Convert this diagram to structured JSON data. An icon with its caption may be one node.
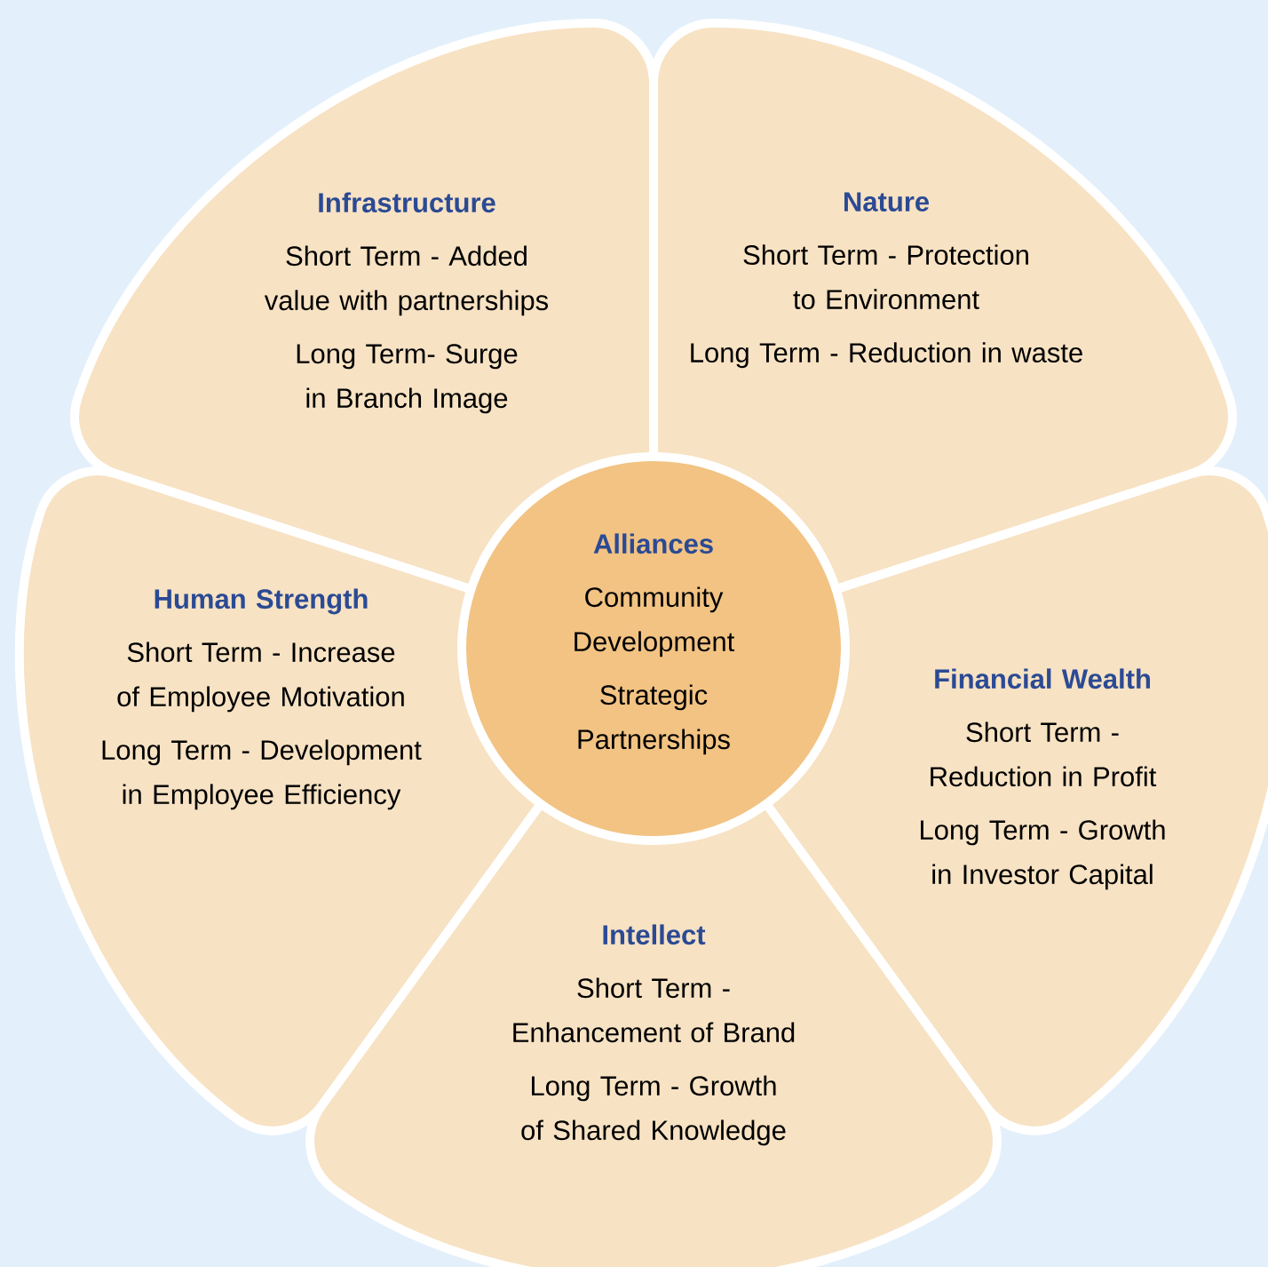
{
  "diagram": {
    "nodes": [
      {
        "text": [
          "Infrastructure",
          "Short Term - Added value with partnerships",
          "Long Term- Surge in Branch Image"
        ]
      },
      {
        "text": [
          "Nature",
          "Short Term - Protection to Environment",
          "Long Term - Reduction in waste"
        ]
      },
      {
        "text": [
          "Alliances",
          "Community Development",
          "Strategic Partnerships"
        ]
      },
      {
        "text": [
          "Human Strength",
          "Short Term - Increase of Employee Motivation",
          "Long Term - Development in Employee Efficiency"
        ]
      },
      {
        "text": [
          "Financial Wealth",
          "Short Term - Reduction in Profit",
          "Long Term - Growth in Investor Capital"
        ]
      },
      {
        "text": [
          "Intellect",
          "Short Term - Enhancement of Brand",
          "Long Term - Growth of Shared Knowledge"
        ]
      }
    ]
  }
}
